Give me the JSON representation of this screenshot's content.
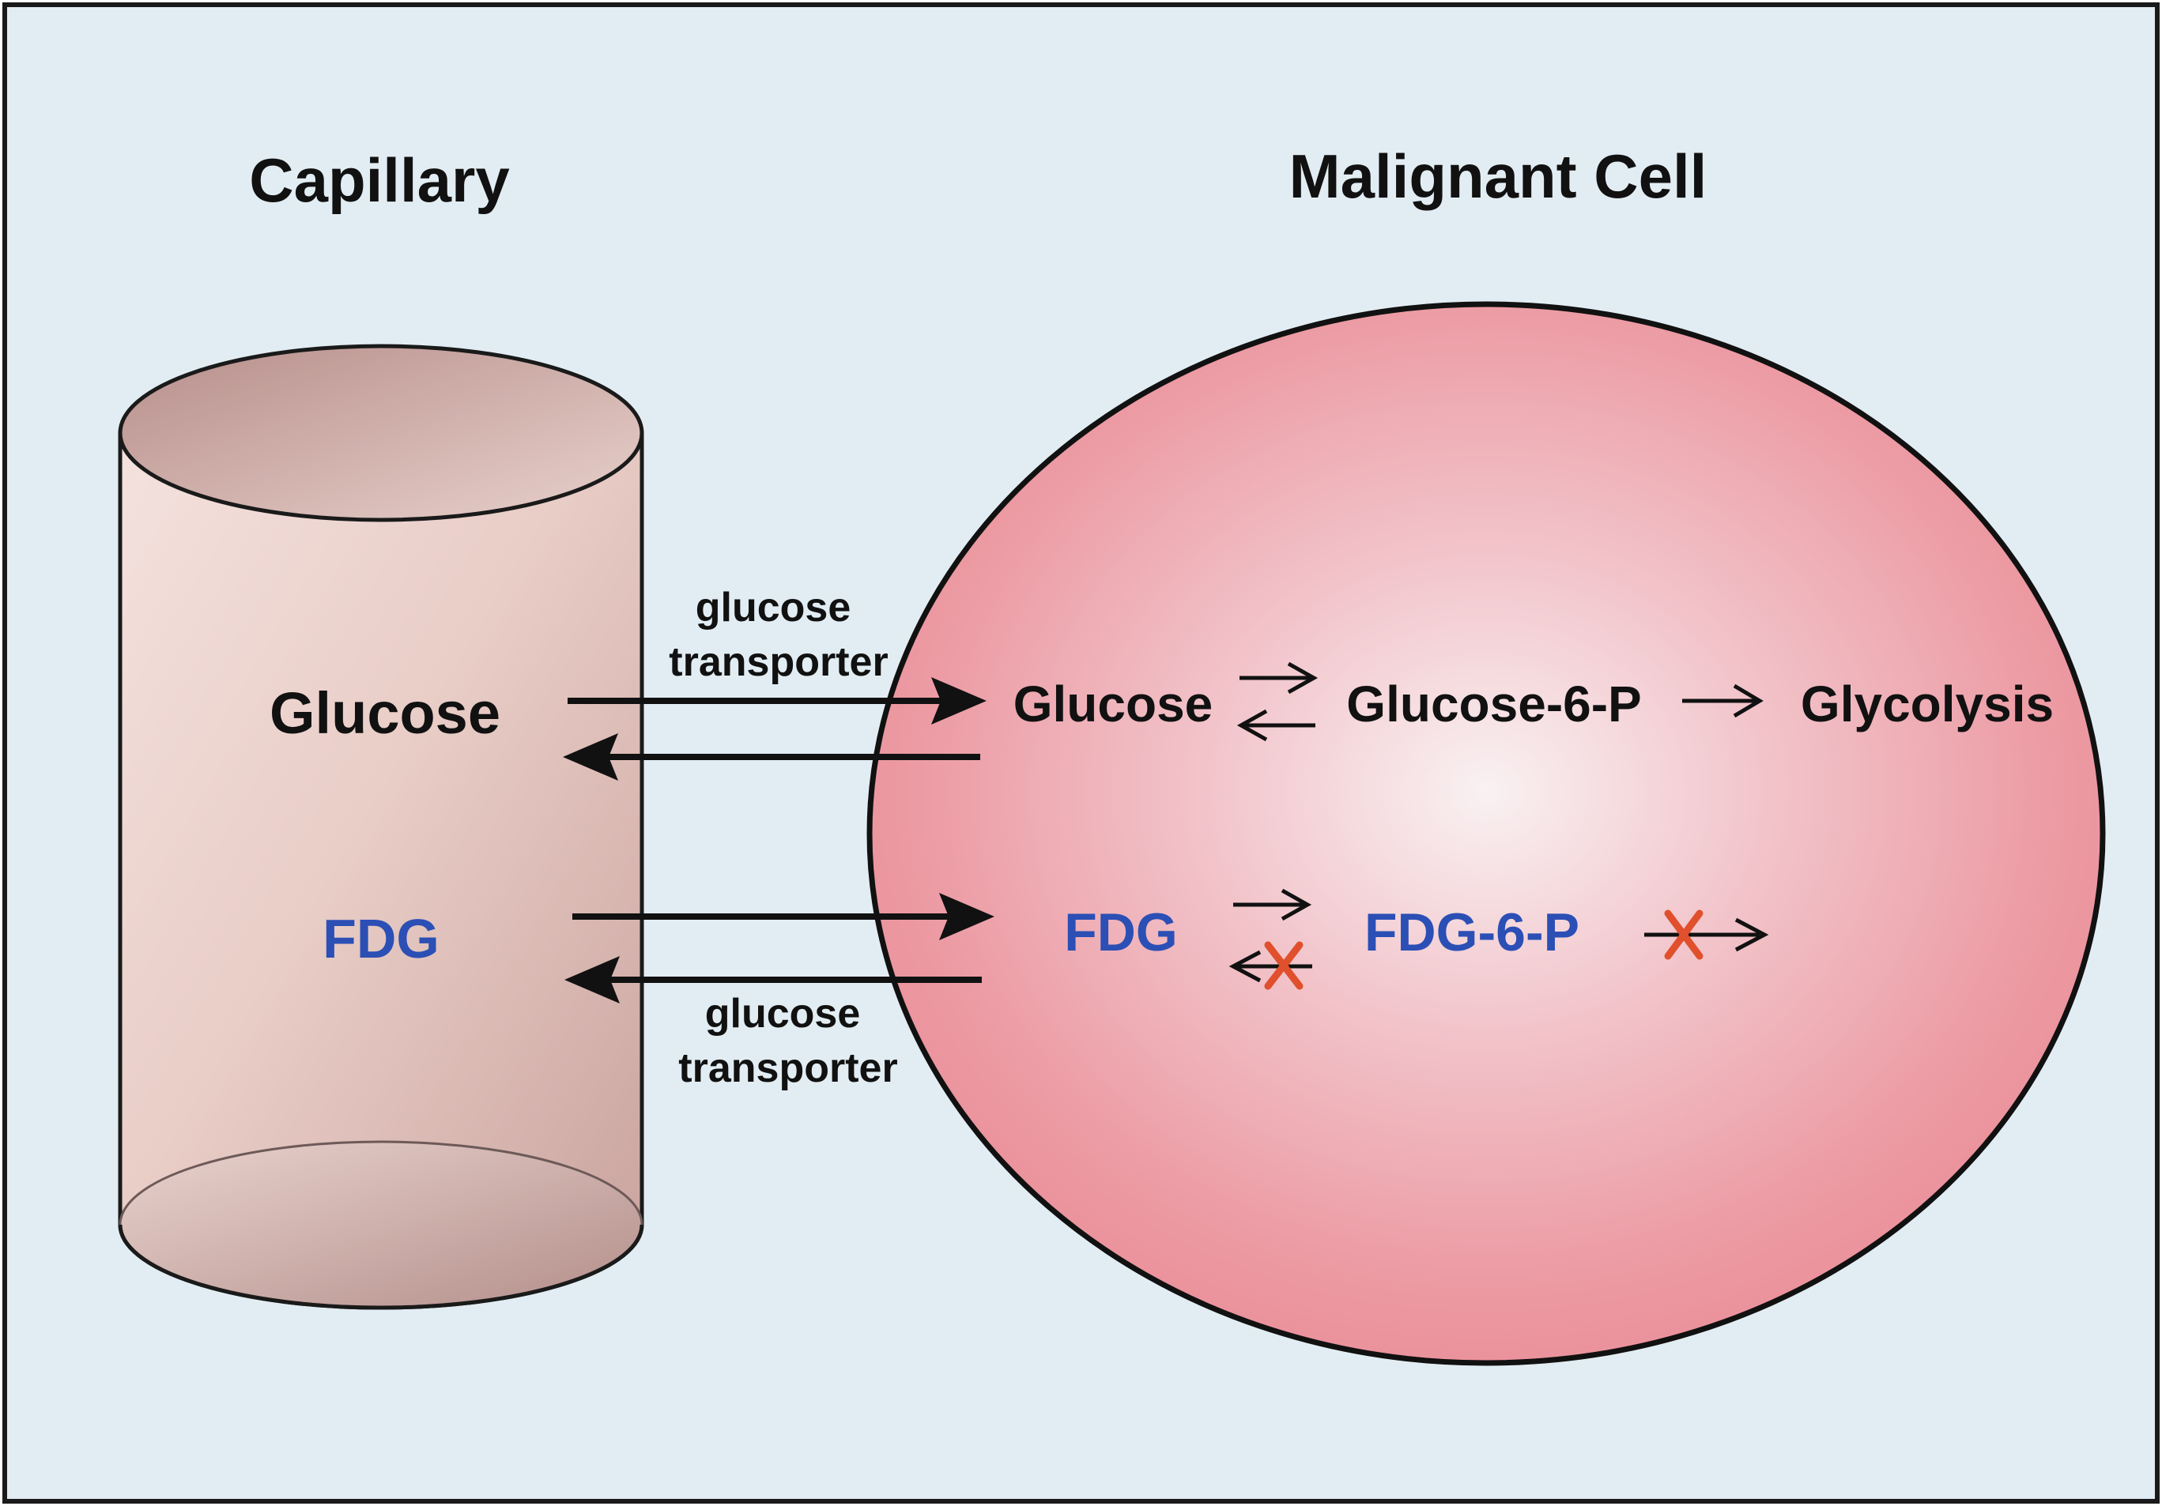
{
  "capillary": {
    "title": "Capillary",
    "glucose_label": "Glucose",
    "fdg_label": "FDG"
  },
  "cell": {
    "title": "Malignant Cell",
    "glucose_label": "Glucose",
    "glucose6p_label": "Glucose-6-P",
    "glycolysis_label": "Glycolysis",
    "fdg_label": "FDG",
    "fdg6p_label": "FDG-6-P"
  },
  "transport": {
    "upper_label_line1": "glucose",
    "upper_label_line2": "transporter",
    "lower_label_line1": "glucose",
    "lower_label_line2": "transporter"
  },
  "colors": {
    "background": "#e2edf3",
    "frame": "#1a1a1a",
    "capillary_fill": "#e6c7c2",
    "cell_fill": "#ec8e98",
    "cell_center": "#f7ecee",
    "black_text": "#111111",
    "fdg_blue": "#2b4fb5",
    "blocked_x": "#e0502c"
  },
  "icons": {
    "blocked_marker": "x-block-icon",
    "arrow": "arrow-right-icon"
  }
}
